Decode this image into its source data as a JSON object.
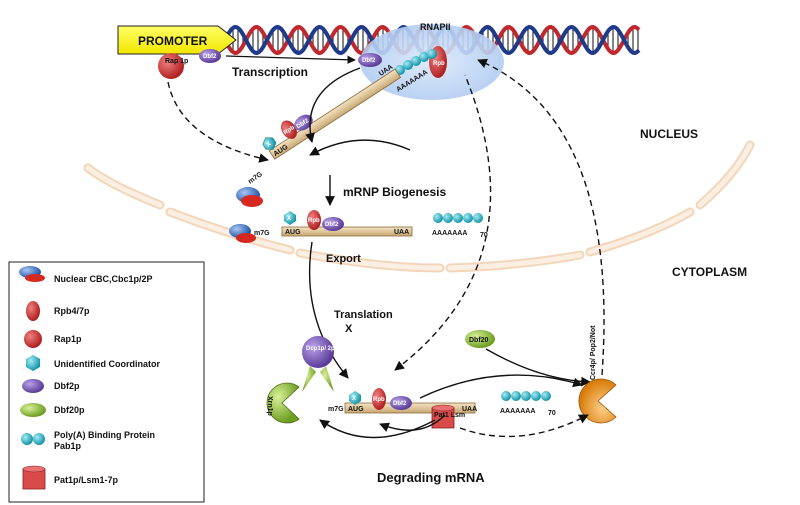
{
  "labels": {
    "promoter": "PROMOTER",
    "rnapii": "RNAPII",
    "transcription": "Transcription",
    "mrnp_biogenesis": "mRNP Biogenesis",
    "export": "Export",
    "translation": "Translation",
    "translation_x": "X",
    "nucleus": "NUCLEUS",
    "cytoplasm": "CYTOPLASM",
    "degrading_mrna": "Degrading mRNA"
  },
  "mrna": {
    "cap": "m7G",
    "start_codon": "AUG",
    "stop_codon": "UAA",
    "polya_tail": "AAAAAAA",
    "polya_sub": "70",
    "polya_tail_top": "AAAAAAA"
  },
  "proteins": {
    "rap1": "Rap 1p",
    "dbf2": "Dbf2",
    "rpb": "Rpb",
    "x_coordinator": "X",
    "dbf20": "Dbf20",
    "dcp": "Dcp1p/ 2p",
    "xrn1": "Xrn1p",
    "pat1": "Pat1 Lsm",
    "ccr4": "Ccr4p/ Pop2/Not"
  },
  "legend": {
    "items": [
      {
        "label": "Nuclear CBC,Cbc1p/2P",
        "icon": "cbc-icon"
      },
      {
        "label": "Rpb4/7p",
        "icon": "rpb-icon"
      },
      {
        "label": "Rap1p",
        "icon": "rap1-icon"
      },
      {
        "label": "Unidentified Coordinator",
        "icon": "coordinator-icon"
      },
      {
        "label": "Dbf2p",
        "icon": "dbf2-icon"
      },
      {
        "label": "Dbf20p",
        "icon": "dbf20-icon"
      },
      {
        "label": "Poly(A) Binding Protein",
        "label2": "Pab1p",
        "icon": "pab1-icon"
      },
      {
        "label": "Pat1p/Lsm1-7p",
        "icon": "pat1-icon"
      }
    ]
  },
  "colors": {
    "promoter": "#ffff00",
    "dna_red": "#c0282d",
    "dna_blue": "#1f3a8a",
    "mrna_body": "#e2c79a",
    "rpb": "#c0393b",
    "dbf2": "#7b5ab5",
    "dbf20": "#8fc63f",
    "pab1": "#22b5c9",
    "cbc_blue": "#3a7bd5",
    "cbc_red": "#d6281f",
    "xrn1": "#8db33a",
    "dcp": "#7b5ab5",
    "ccr4": "#f0961e",
    "envelope": "#f6d9c2"
  }
}
